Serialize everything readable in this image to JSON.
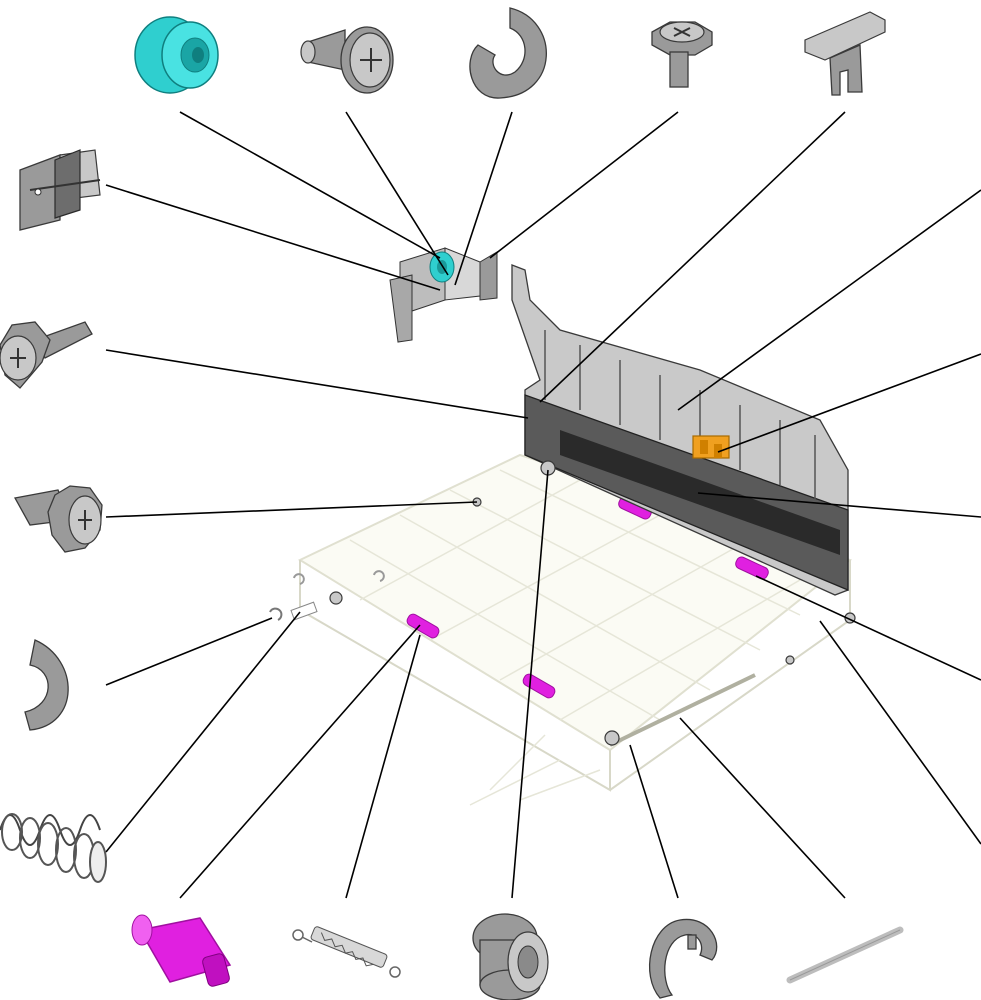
{
  "diagram": {
    "type": "exploded-parts-view",
    "parts": [
      {
        "name": "roller-gear",
        "color": "#2fcfcf"
      },
      {
        "name": "shoulder-screw",
        "color": "#9a9a9a"
      },
      {
        "name": "e-ring-large",
        "color": "#9a9a9a"
      },
      {
        "name": "flange-screw-small",
        "color": "#9a9a9a"
      },
      {
        "name": "guide-clip",
        "color": "#9a9a9a"
      },
      {
        "name": "mounting-bracket",
        "color": "#9a9a9a"
      },
      {
        "name": "hex-screw-long",
        "color": "#9a9a9a"
      },
      {
        "name": "hex-screw-short",
        "color": "#9a9a9a"
      },
      {
        "name": "c-ring",
        "color": "#9a9a9a"
      },
      {
        "name": "compression-spring",
        "color": "#ffffff"
      },
      {
        "name": "pickup-roller",
        "color": "#e020e0"
      },
      {
        "name": "tension-spring",
        "color": "#bfbfbf"
      },
      {
        "name": "bushing",
        "color": "#9a9a9a"
      },
      {
        "name": "e-clip",
        "color": "#9a9a9a"
      },
      {
        "name": "guide-rod",
        "color": "#bdbdbd"
      }
    ],
    "accent_colors": {
      "cyan": "#2fcfcf",
      "magenta": "#e020e0",
      "orange": "#f0a020",
      "housing": "#5a5a5a"
    }
  }
}
